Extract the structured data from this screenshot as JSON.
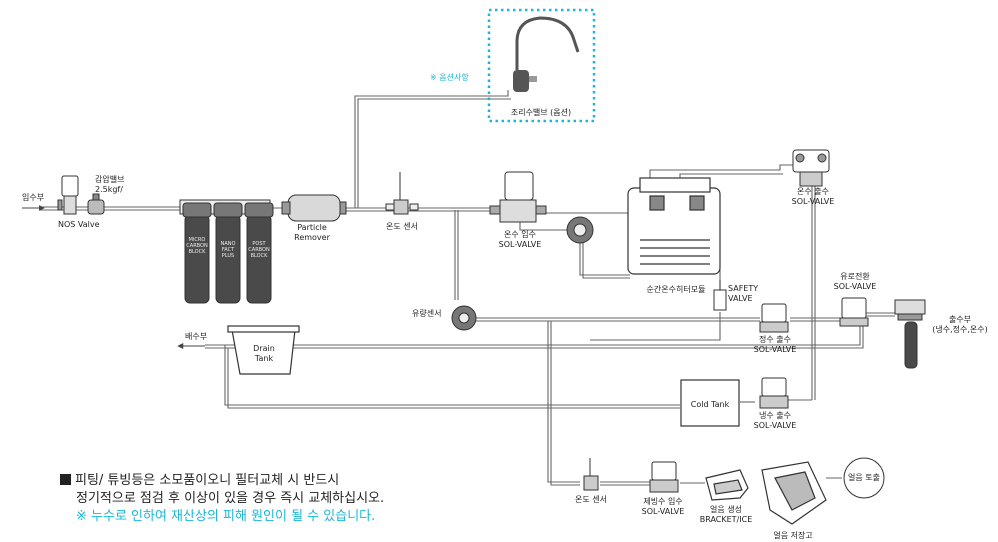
{
  "labels": {
    "inlet": "입수부",
    "pressure_valve": "감압밸브\n2.5kgf/",
    "nos_valve": "NOS Valve",
    "micro_carbon": "MICRO\nCARBON\nBLOCK",
    "nano_fact": "NANO\nFACT\nPLUS",
    "post_carbon": "POST\nCARBON\nBLOCK",
    "particle_remover": "Particle\nRemover",
    "temp_sensor_1": "온도 센서",
    "hot_inlet_valve": "온수 입수\nSOL-VALVE",
    "option_note": "※ 옵션사항",
    "faucet_valve": "조리수밸브 (옵션)",
    "heater_module": "순간온수히터모듈",
    "safety_valve": "SAFETY\nVALVE",
    "hot_outlet_valve": "온수 출수\nSOL-VALVE",
    "flow_switch_valve": "유로전환\nSOL-VALVE",
    "outlet": "출수부\n(냉수,정수,온수)",
    "flow_sensor": "유량센서",
    "drain_outlet": "배수부",
    "drain_tank": "Drain\nTank",
    "pure_outlet_valve": "정수 출수\nSOL-VALVE",
    "cold_tank": "Cold Tank",
    "cold_outlet_valve": "냉수 출수\nSOL-VALVE",
    "temp_sensor_2": "온도 센서",
    "ice_inlet_valve": "제빙수 입수\nSOL-VALVE",
    "ice_bracket": "얼음 생성\nBRACKET/ICE",
    "ice_storage": "얼음 저장고",
    "ice_outlet": "얼음 토출"
  },
  "notes": {
    "line1": "피팅/ 튜빙등은 소모품이오니 필터교체 시 반드시",
    "line2": "정기적으로 점검 후 이상이 있을 경우 즉시 교체하십시오.",
    "line3": "※ 누수로 인하여 재산상의 피해 원인이 될 수 있습니다."
  },
  "colors": {
    "line": "#555555",
    "accent": "#19b8d8",
    "text": "#222222"
  }
}
